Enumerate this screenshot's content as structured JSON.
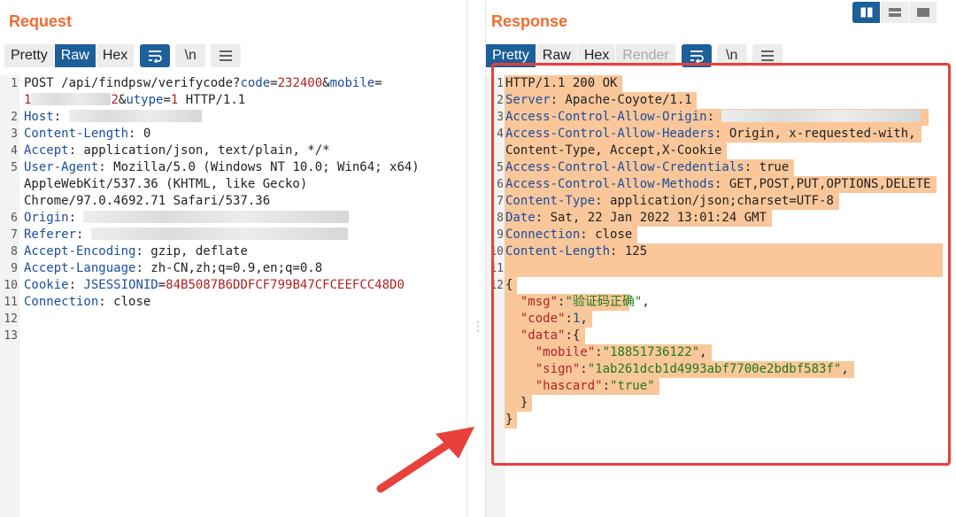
{
  "request": {
    "title": "Request",
    "tabs": [
      "Pretty",
      "Raw",
      "Hex"
    ],
    "selected_tab": "Raw",
    "newline_label": "\\n",
    "lines": [
      {
        "n": "1",
        "parts": [
          [
            "POST /api/findpsw/verifycode?",
            ""
          ],
          [
            "code",
            "k"
          ],
          [
            "=",
            ""
          ],
          [
            "232400",
            "v"
          ],
          [
            "&",
            ""
          ],
          [
            "mobile",
            "k"
          ],
          [
            "=",
            ""
          ]
        ]
      },
      {
        "n": "",
        "parts": [
          [
            "1",
            "v"
          ],
          [
            "",
            "blur",
            90
          ],
          [
            "2",
            "v"
          ],
          [
            "&",
            ""
          ],
          [
            "utype",
            "k"
          ],
          [
            "=",
            ""
          ],
          [
            "1",
            "v"
          ],
          [
            " HTTP/1.1",
            ""
          ]
        ]
      },
      {
        "n": "2",
        "parts": [
          [
            "Host",
            "k"
          ],
          [
            ": ",
            ""
          ],
          [
            "",
            "blur",
            150
          ]
        ]
      },
      {
        "n": "3",
        "parts": [
          [
            "Content-Length",
            "k"
          ],
          [
            ": 0",
            ""
          ]
        ]
      },
      {
        "n": "4",
        "parts": [
          [
            "Accept",
            "k"
          ],
          [
            ": application/json, text/plain, */*",
            ""
          ]
        ]
      },
      {
        "n": "5",
        "parts": [
          [
            "User-Agent",
            "k"
          ],
          [
            ": Mozilla/5.0 (Windows NT 10.0; Win64; x64)",
            ""
          ]
        ]
      },
      {
        "n": "",
        "parts": [
          [
            "AppleWebKit/537.36 (KHTML, like Gecko)",
            ""
          ]
        ]
      },
      {
        "n": "",
        "parts": [
          [
            "Chrome/97.0.4692.71 Safari/537.36",
            ""
          ]
        ]
      },
      {
        "n": "6",
        "parts": [
          [
            "Origin",
            "k"
          ],
          [
            ": ",
            ""
          ],
          [
            "",
            "blur",
            300
          ]
        ]
      },
      {
        "n": "7",
        "parts": [
          [
            "Referer",
            "k"
          ],
          [
            ": ",
            ""
          ],
          [
            "",
            "blur",
            290
          ]
        ]
      },
      {
        "n": "8",
        "parts": [
          [
            "Accept-Encoding",
            "k"
          ],
          [
            ": gzip, deflate",
            ""
          ]
        ]
      },
      {
        "n": "9",
        "parts": [
          [
            "Accept-Language",
            "k"
          ],
          [
            ": zh-CN,zh;q=0.9,en;q=0.8",
            ""
          ]
        ]
      },
      {
        "n": "10",
        "parts": [
          [
            "Cookie",
            "k"
          ],
          [
            ": ",
            ""
          ],
          [
            "JSESSIONID",
            "k"
          ],
          [
            "=",
            ""
          ],
          [
            "84B5087B6DDFCF799B47CFCEEFCC48D0",
            "v"
          ]
        ]
      },
      {
        "n": "11",
        "parts": [
          [
            "Connection",
            "k"
          ],
          [
            ": close",
            ""
          ]
        ]
      },
      {
        "n": "12",
        "parts": []
      },
      {
        "n": "13",
        "parts": []
      }
    ]
  },
  "response": {
    "title": "Response",
    "tabs": [
      "Pretty",
      "Raw",
      "Hex",
      "Render"
    ],
    "selected_tab": "Pretty",
    "disabled_tab": "Render",
    "newline_label": "\\n",
    "lines": [
      {
        "n": "1",
        "hl": true,
        "parts": [
          [
            "HTTP/1.1 200 OK",
            ""
          ]
        ]
      },
      {
        "n": "2",
        "hl": true,
        "parts": [
          [
            "Server",
            "k"
          ],
          [
            ": Apache-Coyote/1.1",
            ""
          ]
        ]
      },
      {
        "n": "3",
        "hl": true,
        "parts": [
          [
            "Access-Control-Allow-Origin",
            "k"
          ],
          [
            ": ",
            ""
          ],
          [
            "",
            "blur",
            225
          ]
        ]
      },
      {
        "n": "4",
        "hl": true,
        "parts": [
          [
            "Access-Control-Allow-Headers",
            "k"
          ],
          [
            ": Origin, x-requested-with,",
            ""
          ]
        ]
      },
      {
        "n": "",
        "hl": true,
        "parts": [
          [
            "Content-Type, Accept,X-Cookie",
            ""
          ]
        ]
      },
      {
        "n": "5",
        "hl": true,
        "parts": [
          [
            "Access-Control-Allow-Credentials",
            "k"
          ],
          [
            ": true",
            ""
          ]
        ]
      },
      {
        "n": "6",
        "hl": true,
        "parts": [
          [
            "Access-Control-Allow-Methods",
            "k"
          ],
          [
            ": GET,POST,PUT,OPTIONS,DELETE",
            ""
          ]
        ]
      },
      {
        "n": "7",
        "hl": true,
        "parts": [
          [
            "Content-Type",
            "k"
          ],
          [
            ": application/json;charset=UTF-8",
            ""
          ]
        ]
      },
      {
        "n": "8",
        "hl": true,
        "parts": [
          [
            "Date",
            "k"
          ],
          [
            ": Sat, 22 Jan 2022 13:01:24 GMT",
            ""
          ]
        ]
      },
      {
        "n": "9",
        "hl": true,
        "parts": [
          [
            "Connection",
            "k"
          ],
          [
            ": close",
            ""
          ]
        ]
      },
      {
        "n": "10",
        "hl": true,
        "wide": true,
        "parts": [
          [
            "Content-Length",
            "k"
          ],
          [
            ": 125",
            ""
          ]
        ]
      },
      {
        "n": "11",
        "hl": true,
        "wide": true,
        "parts": []
      },
      {
        "n": "12",
        "hl": true,
        "parts": [
          [
            "{",
            ""
          ]
        ]
      },
      {
        "n": "",
        "hl": true,
        "parts": [
          [
            "  \"msg\"",
            "v"
          ],
          [
            ":",
            ""
          ],
          [
            "\"验证码正确\"",
            "s"
          ],
          [
            ",",
            ""
          ]
        ]
      },
      {
        "n": "",
        "hl": true,
        "parts": [
          [
            "  \"code\"",
            "v"
          ],
          [
            ":",
            ""
          ],
          [
            "1",
            "k"
          ],
          [
            ",",
            ""
          ]
        ]
      },
      {
        "n": "",
        "hl": true,
        "parts": [
          [
            "  \"data\"",
            "v"
          ],
          [
            ":{",
            ""
          ]
        ]
      },
      {
        "n": "",
        "hl": true,
        "parts": [
          [
            "    \"mobile\"",
            "v"
          ],
          [
            ":",
            ""
          ],
          [
            "\"18851736122\"",
            "s"
          ],
          [
            ",",
            ""
          ]
        ]
      },
      {
        "n": "",
        "hl": true,
        "parts": [
          [
            "    \"sign\"",
            "v"
          ],
          [
            ":",
            ""
          ],
          [
            "\"1ab261dcb1d4993abf7700e2bdbf583f\"",
            "s"
          ],
          [
            ",",
            ""
          ]
        ]
      },
      {
        "n": "",
        "hl": true,
        "parts": [
          [
            "    \"hascard\"",
            "v"
          ],
          [
            ":",
            ""
          ],
          [
            "\"true\"",
            "s"
          ]
        ]
      },
      {
        "n": "",
        "hl": true,
        "parts": [
          [
            "  }",
            ""
          ]
        ]
      },
      {
        "n": "",
        "hl": true,
        "parts": [
          [
            "}",
            ""
          ]
        ]
      }
    ]
  },
  "colors": {
    "accent": "#f26a2e",
    "selected": "#1d5f99",
    "highlight": "#f9c79a",
    "annotation": "#e8403a"
  }
}
